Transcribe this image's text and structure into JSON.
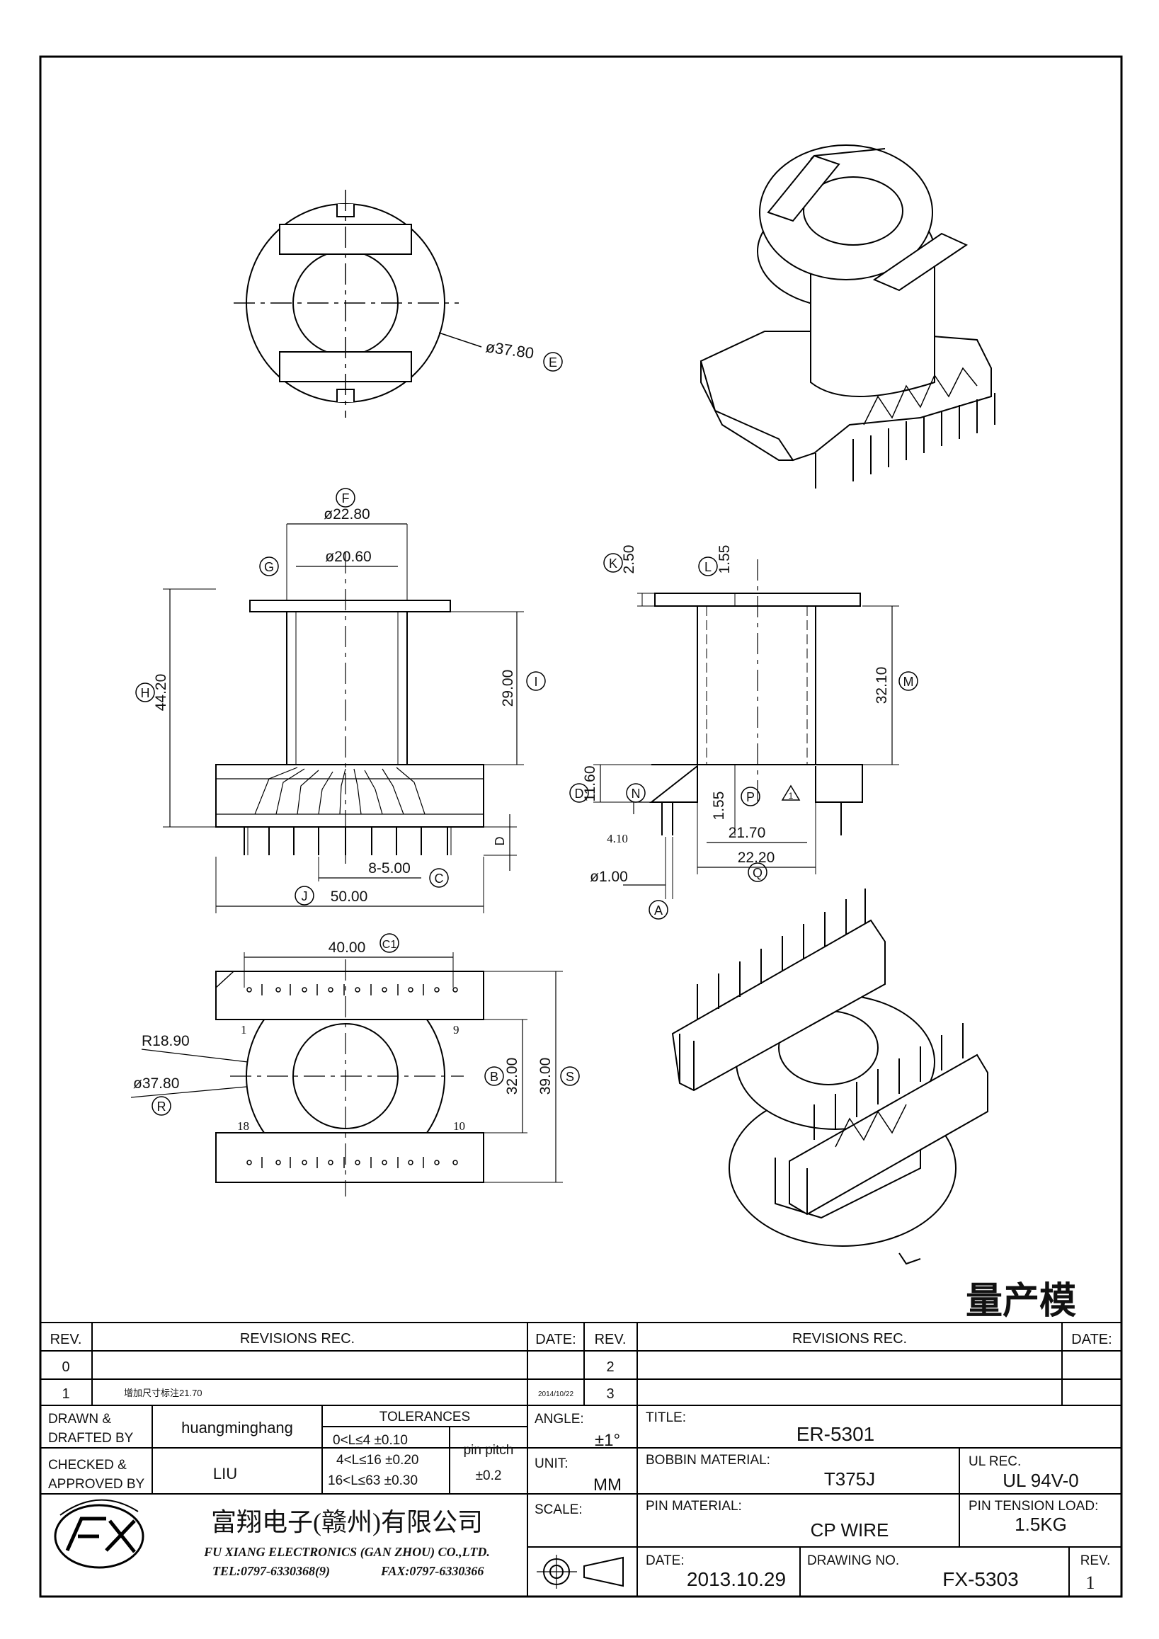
{
  "top_view": {
    "dia_label": "ø37.80",
    "dia_tag": "E"
  },
  "front_view": {
    "f_tag": "F",
    "f_value": "ø22.80",
    "g_tag": "G",
    "g_value": "ø20.60",
    "h_tag": "H",
    "h_value": "44.20",
    "i_tag": "I",
    "i_value": "29.00",
    "d_tag": "D",
    "c_value": "8-5.00",
    "c_tag": "C",
    "j_tag": "J",
    "j_value": "50.00"
  },
  "side_view": {
    "k_tag": "K",
    "k_value": "2.50",
    "l_tag": "L",
    "l_value": "1.55",
    "m_tag": "M",
    "m_value": "32.10",
    "o_tag": "D",
    "o_value": "11.60",
    "n_tag": "N",
    "p_tag": "P",
    "p_value": "1.55",
    "pin_len": "4.10",
    "w1_value": "21.70",
    "w1_mark": "1",
    "q_value": "22.20",
    "q_tag": "Q",
    "a_value": "ø1.00",
    "a_tag": "A"
  },
  "bottom_view": {
    "c1_value": "40.00",
    "c1_tag": "C1",
    "r_value": "R18.90",
    "dia_value": "ø37.80",
    "r_tag": "R",
    "b_value": "32.00",
    "b_tag": "B",
    "s_value": "39.00",
    "s_tag": "S",
    "pin1": "1",
    "pin9": "9",
    "pin18": "18",
    "pin10": "10"
  },
  "stamp": "量产模",
  "title_block": {
    "rev_hdr": "REV.",
    "revisions_hdr": "REVISIONS   REC.",
    "date_hdr": "DATE:",
    "rev_hdr2": "REV.",
    "revisions_hdr2": "REVISIONS   REC.",
    "date_hdr2": "DATE:",
    "rows": [
      {
        "rev": "0",
        "text": "",
        "date": "",
        "rev2": "2"
      },
      {
        "rev": "1",
        "text": "增加尺寸标注21.70",
        "date": "2014/10/22",
        "rev2": "3"
      }
    ],
    "drawn_label": "DRAWN &\nDRAFTED BY",
    "drawn_by": "huangminghang",
    "checked_label": "CHECKED &\nAPPROVED BY",
    "checked_by": "LIU",
    "tolerances_hdr": "TOLERANCES",
    "tol1": "0<L≤4    ±0.10",
    "tol2": "4<L≤16  ±0.20",
    "tol3": "16<L≤63 ±0.30",
    "pin_pitch_label": "pin pitch",
    "pin_pitch_value": "±0.2",
    "angle_label": "ANGLE:",
    "angle_value": "±1°",
    "unit_label": "UNIT:",
    "unit_value": "MM",
    "scale_label": "SCALE:",
    "title_label": "TITLE:",
    "title_value": "ER-5301",
    "bobbin_label": "BOBBIN MATERIAL:",
    "bobbin_value": "T375J",
    "ul_label": "UL REC.",
    "ul_value": "UL 94V-0",
    "pin_mat_label": "PIN MATERIAL:",
    "pin_mat_value": "CP WIRE",
    "tension_label": "PIN TENSION LOAD:",
    "tension_value": "1.5KG",
    "date_label": "DATE:",
    "date_value": "2013.10.29",
    "drawing_no_label": "DRAWING NO.",
    "drawing_no_value": "FX-5303",
    "rev_label": "REV.",
    "rev_value": "1",
    "company_cn": "富翔电子(赣州)有限公司",
    "company_en": "FU XIANG ELECTRONICS (GAN ZHOU) CO.,LTD.",
    "tel": "TEL:0797-6330368(9)",
    "fax": "FAX:0797-6330366"
  }
}
